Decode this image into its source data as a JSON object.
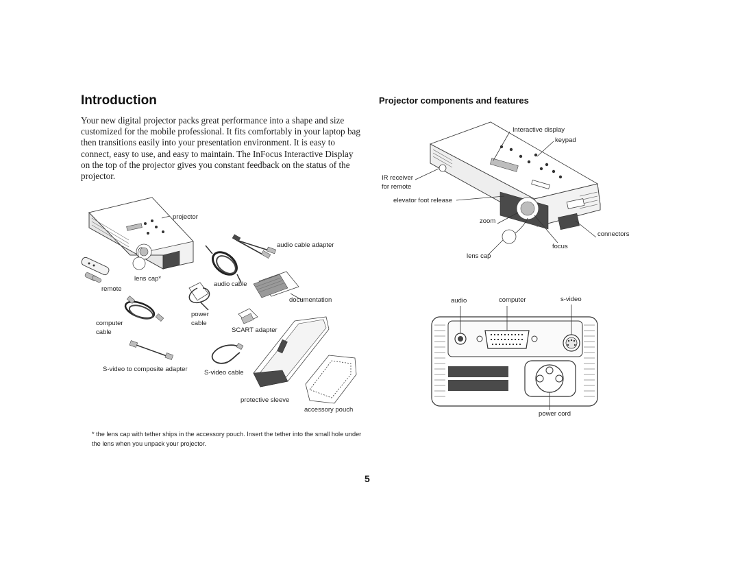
{
  "page": {
    "title": "Introduction",
    "intro_text": "Your new digital projector packs great performance into a shape and size customized for the mobile professional. It fits comfortably in your laptop bag then transitions easily into your presentation environment. It is easy to connect, easy to use, and easy to maintain. The InFocus Interactive Display on the top of the projector gives you constant feedback on the status of the projector.",
    "section_title": "Projector components and features",
    "footnote": "* the lens cap with tether ships in the accessory pouch. Insert the tether into the small hole under the lens when you unpack your projector.",
    "page_number": "5"
  },
  "box_contents": {
    "projector": "projector",
    "audio_cable_adapter": "audio cable adapter",
    "lens_cap": "lens cap*",
    "remote": "remote",
    "audio_cable": "audio cable",
    "documentation": "documentation",
    "computer_cable_line1": "computer",
    "computer_cable_line2": "cable",
    "power_cable_line1": "power",
    "power_cable_line2": "cable",
    "scart_adapter": "SCART adapter",
    "svideo_composite": "S-video to composite adapter",
    "svideo_cable": "S-video cable",
    "protective_sleeve": "protective sleeve",
    "accessory_pouch": "accessory pouch"
  },
  "components": {
    "interactive_display": "Interactive display",
    "keypad": "keypad",
    "ir_receiver_line1": "IR receiver",
    "ir_receiver_line2": "for remote",
    "elevator_foot": "elevator foot release",
    "zoom": "zoom",
    "connectors": "connectors",
    "focus": "focus",
    "lens_cap": "lens cap"
  },
  "connector_panel": {
    "audio": "audio",
    "computer": "computer",
    "svideo": "s-video",
    "power_cord": "power cord"
  },
  "colors": {
    "text": "#1a1a1a",
    "line": "#333333",
    "shade": "#4a4a4a"
  }
}
